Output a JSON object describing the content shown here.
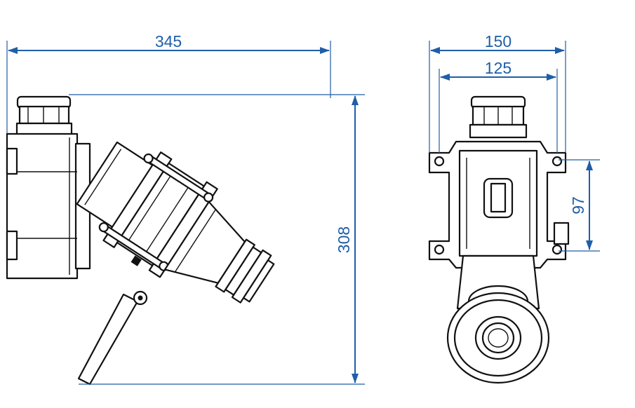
{
  "colors": {
    "dimension": "#1f5ea8",
    "drawing": "#111111",
    "background": "#ffffff"
  },
  "dimensions": {
    "side_width": "345",
    "side_height": "308",
    "front_width_outer": "150",
    "front_width_inner": "125",
    "front_mount_spacing": "97"
  }
}
